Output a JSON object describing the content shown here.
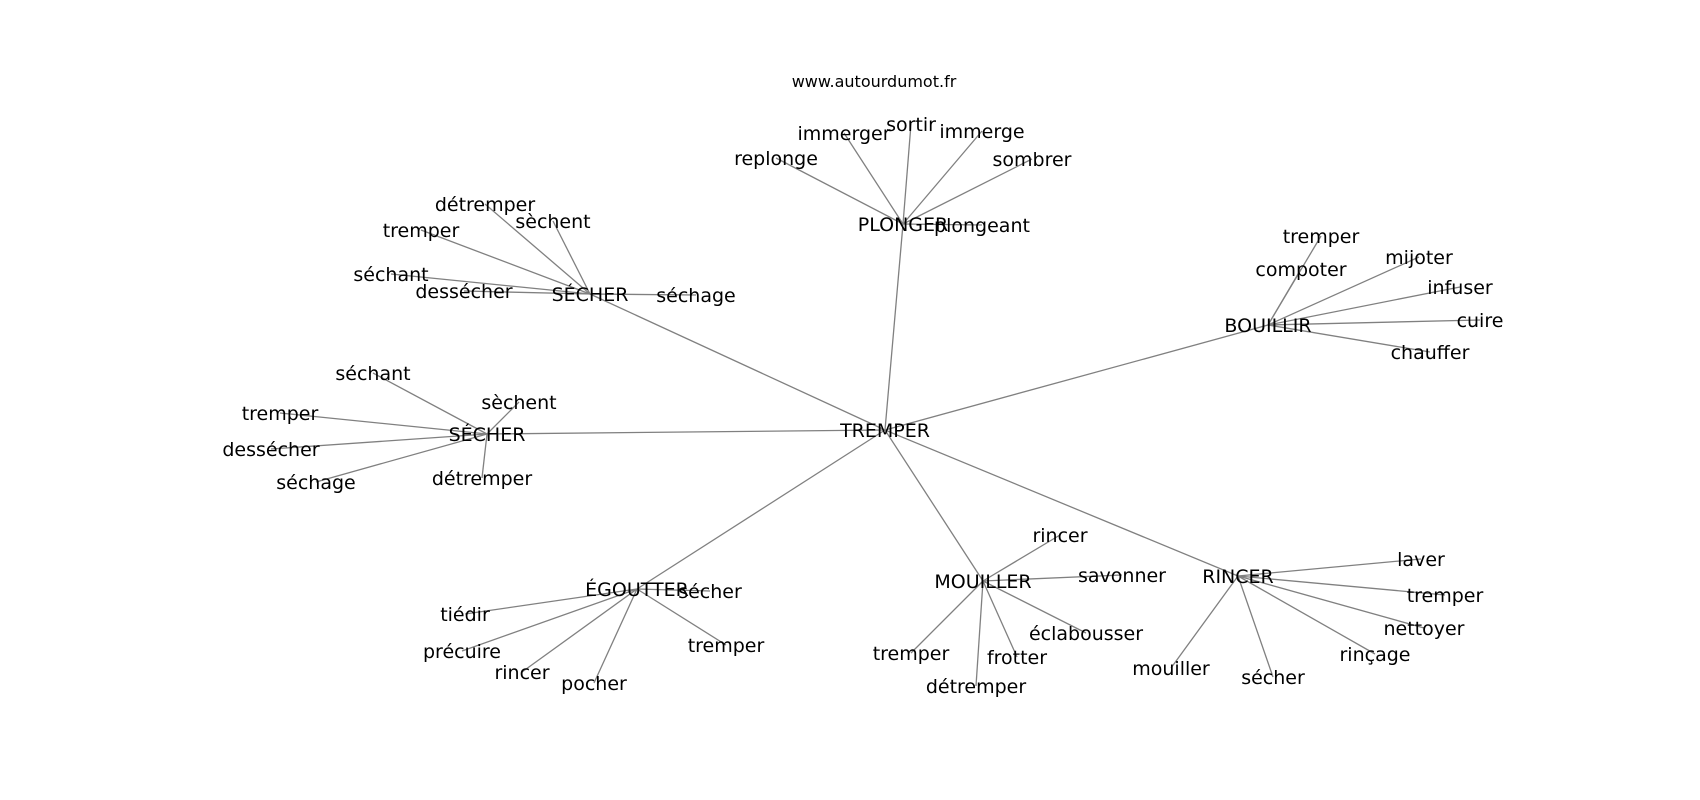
{
  "source": "www.autourdumot.fr",
  "graph": {
    "center": "TREMPER",
    "clusters": [
      {
        "hub": "PLONGER",
        "leaves": [
          "replonge",
          "immerger",
          "sortir",
          "immerge",
          "sombrer",
          "plongeant"
        ]
      },
      {
        "hub": "SÉCHER",
        "leaves": [
          "détremper",
          "sèchent",
          "tremper",
          "séchant",
          "dessécher",
          "séchage"
        ]
      },
      {
        "hub": "BOUILLIR",
        "leaves": [
          "tremper",
          "compoter",
          "mijoter",
          "infuser",
          "cuire",
          "chauffer"
        ]
      },
      {
        "hub": "SÉCHER",
        "leaves": [
          "séchant",
          "sèchent",
          "tremper",
          "dessécher",
          "séchage",
          "détremper"
        ]
      },
      {
        "hub": "ÉGOUTTER",
        "leaves": [
          "sécher",
          "tiédir",
          "précuire",
          "rincer",
          "pocher",
          "tremper"
        ]
      },
      {
        "hub": "MOUILLER",
        "leaves": [
          "rincer",
          "savonner",
          "éclabousser",
          "tremper",
          "frotter",
          "détremper"
        ]
      },
      {
        "hub": "RINCER",
        "leaves": [
          "laver",
          "tremper",
          "nettoyer",
          "rinçage",
          "sécher",
          "mouiller"
        ]
      }
    ]
  }
}
